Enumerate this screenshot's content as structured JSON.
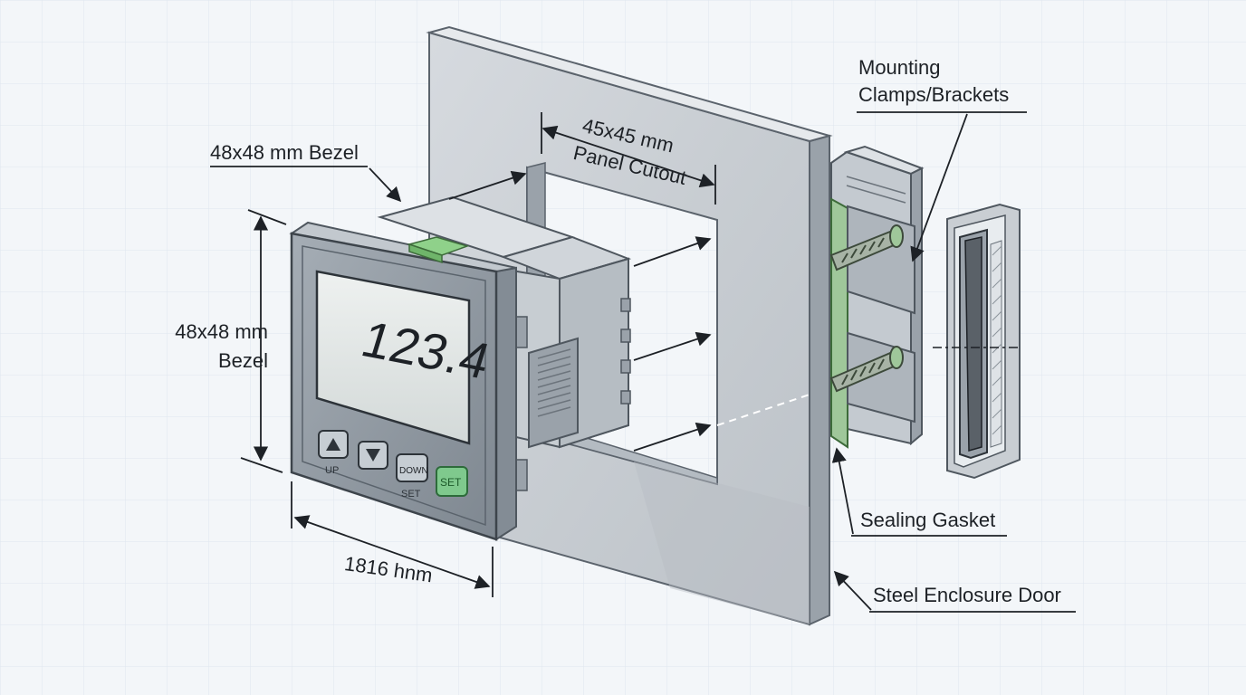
{
  "display": {
    "reading": "123.4"
  },
  "buttons": {
    "up": "UP",
    "set": "SET",
    "down": "DOWN",
    "set_key": "SET"
  },
  "labels": {
    "bezel_top": "48x48 mm Bezel",
    "bezel_side_line1": "48x48 mm",
    "bezel_side_line2": "Bezel",
    "cutout_line1": "45x45 mm",
    "cutout_line2": "Panel Cutout",
    "depth": "1816 hnm",
    "clamps_line1": "Mounting",
    "clamps_line2": "Clamps/Brackets",
    "gasket": "Sealing Gasket",
    "door": "Steel Enclosure Door"
  },
  "colors": {
    "background": "#f3f6f9",
    "grid": "#dfe6ee",
    "bezel": "#8e97a1",
    "lcd": "#dfe4e3",
    "set_key": "#7fc98d",
    "clip": "#8fd18a",
    "panel": "#c9ced3",
    "gasket_green": "#9fc79a",
    "ink": "#1d2126"
  }
}
